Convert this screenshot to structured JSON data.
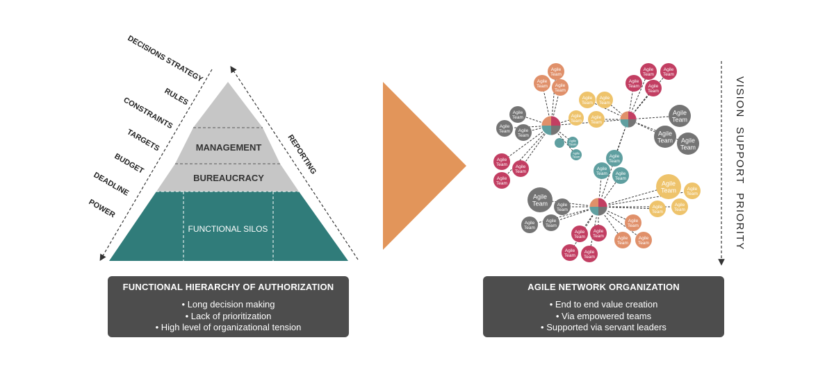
{
  "left": {
    "side_labels": [
      "DECISIONS STRATEGY",
      "RULES",
      "CONSTRAINTS",
      "TARGETS",
      "BUDGET",
      "DEADLINE",
      "POWER"
    ],
    "reporting_label": "REPORTING",
    "levels": {
      "management": "MANAGEMENT",
      "bureaucracy": "BUREAUCRACY",
      "silos": "FUNCTIONAL SILOS"
    },
    "caption": {
      "title": "FUNCTIONAL HIERARCHY OF AUTHORIZATION",
      "bullets": [
        "Long decision making",
        "Lack of prioritization",
        "High level of organizational tension"
      ]
    }
  },
  "right": {
    "team_label_line1": "Agile",
    "team_label_line2": "Team",
    "vertical_words": [
      "VISION",
      "SUPPORT",
      "PRIORITY"
    ],
    "caption": {
      "title": "AGILE NETWORK ORGANIZATION",
      "bullets": [
        "End to end value creation",
        "Via empowered teams",
        "Supported via servant leaders"
      ]
    }
  },
  "colors": {
    "teal": "#307c7a",
    "grey_level": "#c6c6c6",
    "arrow": "#e2955a",
    "caption_bg": "#4d4d4d",
    "team_grey": "#747474",
    "team_orange": "#e0906a",
    "team_crimson": "#c23e62",
    "team_yellow": "#eec36b",
    "team_teal": "#5f9fa0"
  }
}
